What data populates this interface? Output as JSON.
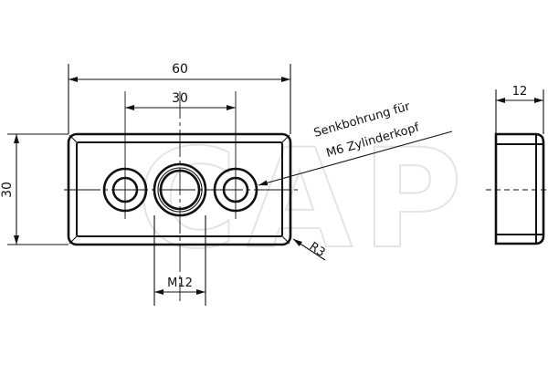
{
  "drawing": {
    "watermark": "CAP",
    "dimensions": {
      "overall_length": "60",
      "hole_spacing": "30",
      "height": "30",
      "thread": "M12",
      "thickness": "12",
      "corner_radius": "R3"
    },
    "note": {
      "line1": "Senkbohrung für",
      "line2": "M6 Zylinderkopf"
    },
    "colors": {
      "line": "#111111",
      "watermark": "#e6e6e6"
    }
  }
}
